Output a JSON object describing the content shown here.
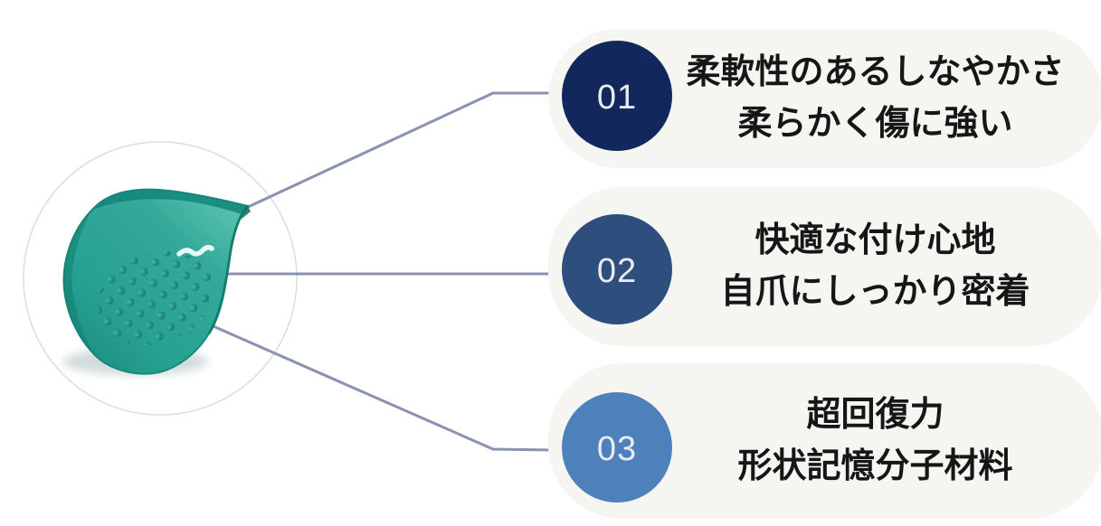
{
  "features": [
    {
      "number": "01",
      "lines": [
        "柔軟性のあるしなやかさ",
        "柔らかく傷に強い"
      ],
      "circle_color": "#12275c"
    },
    {
      "number": "02",
      "lines": [
        "快適な付け心地",
        "自爪にしっかり密着"
      ],
      "circle_color": "#2e4e7e"
    },
    {
      "number": "03",
      "lines": [
        "超回復力",
        "形状記憶分子材料"
      ],
      "circle_color": "#4e81bb"
    }
  ],
  "colors": {
    "background": "#ffffff",
    "card_bg": "#f5f5f2",
    "connector_line": "#8992b0",
    "frame_circle": "#dadce5",
    "number_text": "#e8ebf2",
    "feature_text": "#161616",
    "product_teal": "#2aa495"
  },
  "art": {
    "product": "teal-nail-tip-photo"
  }
}
